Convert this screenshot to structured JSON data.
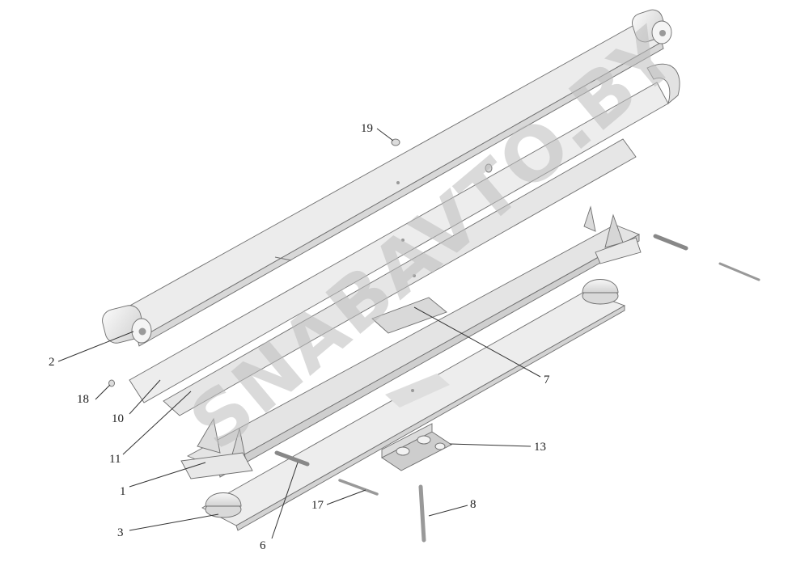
{
  "watermark": "SNABAVTO.BY",
  "colors": {
    "background": "#ffffff",
    "part_fill": "#e9e9e9",
    "part_light": "#f2f2f2",
    "part_dark": "#cfcfcf",
    "edge": "#6e6e6e",
    "label": "#222222",
    "watermark": "#bdbdbd"
  },
  "callouts": [
    {
      "id": "c-2",
      "text": "2"
    },
    {
      "id": "c-19",
      "text": "19"
    },
    {
      "id": "c-18",
      "text": "18"
    },
    {
      "id": "c-10",
      "text": "10"
    },
    {
      "id": "c-11",
      "text": "11"
    },
    {
      "id": "c-1",
      "text": "1"
    },
    {
      "id": "c-7",
      "text": "7"
    },
    {
      "id": "c-13",
      "text": "13"
    },
    {
      "id": "c-17",
      "text": "17"
    },
    {
      "id": "c-8",
      "text": "8"
    },
    {
      "id": "c-3",
      "text": "3"
    },
    {
      "id": "c-6",
      "text": "6"
    }
  ]
}
